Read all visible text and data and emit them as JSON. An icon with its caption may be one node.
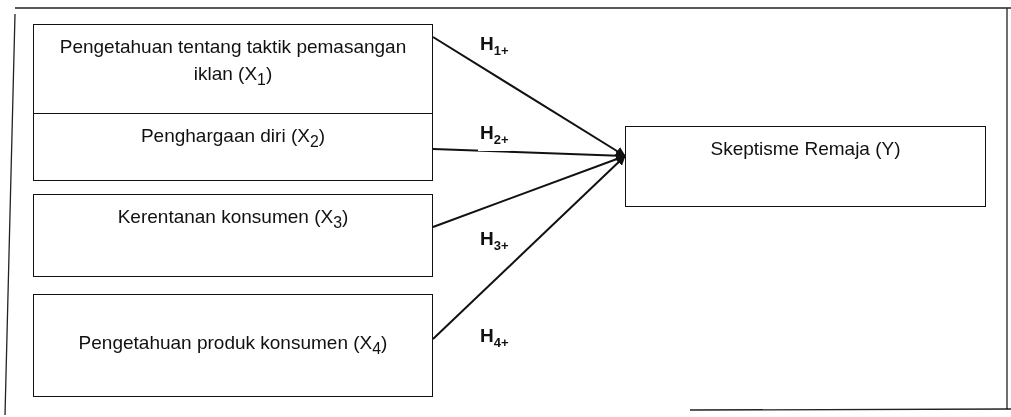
{
  "diagram": {
    "nodes": [
      {
        "text": [
          "Pengetahuan tentang taktik pemasangan iklan (X$_{1}$)"
        ]
      },
      {
        "text": [
          "Penghargaan diri (X$_{2}$)"
        ]
      },
      {
        "text": [
          "Kerentanan konsumen (X$_{3}$)"
        ]
      },
      {
        "text": [
          "Pengetahuan produk konsumen (X$_{4}$)"
        ]
      },
      {
        "text": [
          "Skeptisme Remaja (Y)"
        ]
      }
    ],
    "edges": [
      {
        "from": 0,
        "to": 4,
        "arrow": "to",
        "label": "H$_{1+}$"
      },
      {
        "from": 1,
        "to": 4,
        "arrow": "to",
        "label": "H$_{2+}$"
      },
      {
        "from": 2,
        "to": 4,
        "arrow": "to",
        "label": "H$_{3+}$"
      },
      {
        "from": 3,
        "to": 4,
        "arrow": "to",
        "label": "H$_{4+}$"
      }
    ]
  }
}
